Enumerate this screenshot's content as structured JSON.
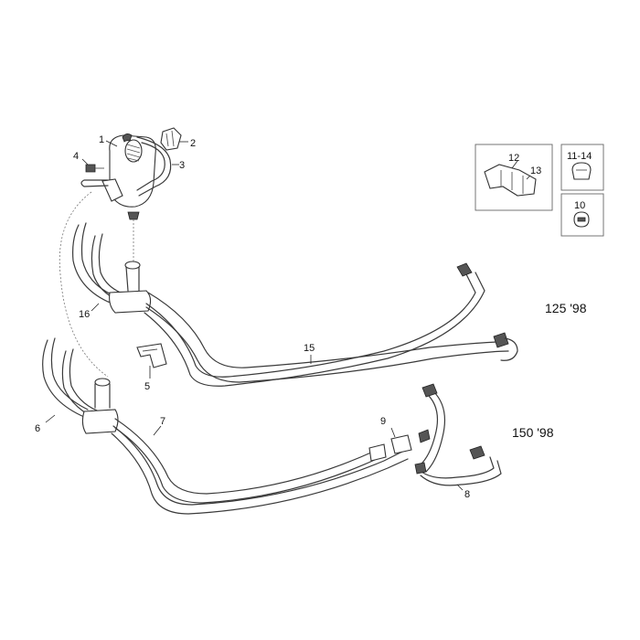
{
  "callouts": {
    "c1": "1",
    "c2": "2",
    "c3": "3",
    "c4": "4",
    "c5": "5",
    "c6": "6",
    "c7": "7",
    "c8": "8",
    "c9": "9",
    "c10": "10",
    "c11_14": "11-14",
    "c12": "12",
    "c13": "13",
    "c15": "15",
    "c16": "16"
  },
  "models": {
    "upper": "125 '98",
    "lower": "150 '98"
  }
}
